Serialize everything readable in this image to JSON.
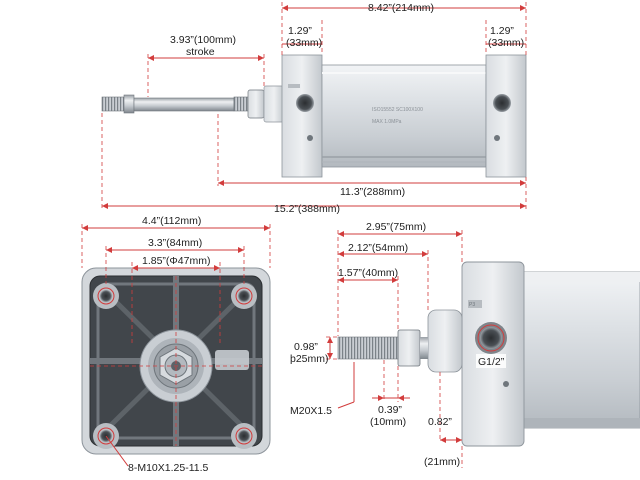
{
  "dimensions": {
    "overall_top": "8.42”(214mm)",
    "cap_left_in": "1.29”",
    "cap_left_mm": "(33mm)",
    "cap_right_in": "1.29”",
    "cap_right_mm": "(33mm)",
    "stroke_value": "3.93”(100mm)",
    "stroke_word": "stroke",
    "body_length": "11.3”(288mm)",
    "total_length": "15.2”(388mm)",
    "flange_width": "4.4”(112mm)",
    "bolt_spacing": "3.3”(84mm)",
    "bore_diameter": "1.85”(Φ47mm)",
    "bolt_spec": "8-M10X1.25-11.5",
    "rod_to_face": "2.95”(75mm)",
    "rod_length_54": "2.12”(54mm)",
    "thread_length": "1.57”(40mm)",
    "rod_dia_in": "0.98”",
    "rod_dia_mm": "þ25mm)",
    "rod_thread": "M20X1.5",
    "nut_in": "0.39”",
    "nut_mm": "(10mm)",
    "cap_thick_in": "0.82”",
    "cap_thick_mm": "(21mm)",
    "port_label": "G1/2”"
  },
  "colors": {
    "dimension_line": "#d23c3c",
    "aluminum_light": "#e4e7ea",
    "aluminum_mid": "#c7ccd1",
    "aluminum_dark": "#8d949b",
    "face_dark": "#3b3f44"
  },
  "icons": [
    "cylinder-side-view",
    "cylinder-end-view",
    "cylinder-rod-detail"
  ]
}
